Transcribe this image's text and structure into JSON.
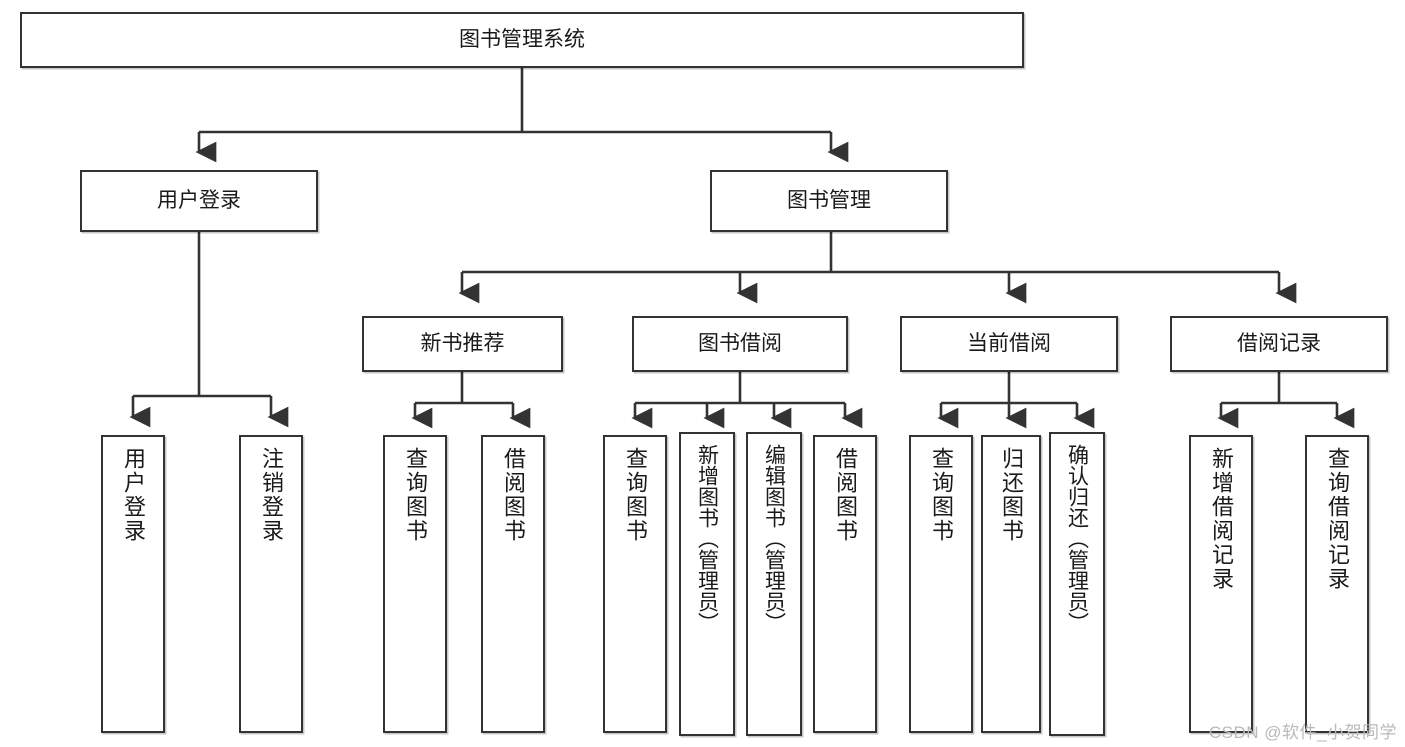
{
  "diagram": {
    "title": "图书管理系统",
    "type": "tree-hierarchy-chart",
    "watermark": "CSDN @软件_小贺同学",
    "colors": {
      "background": "#ffffff",
      "node_fill": "#ffffff",
      "node_border": "#333333",
      "edge": "#333333",
      "text": "#1a1a1a",
      "watermark": "#b9b9b9"
    },
    "nodes": {
      "root": {
        "label": "图书管理系统"
      },
      "level2": [
        {
          "label": "用户登录"
        },
        {
          "label": "图书管理"
        }
      ],
      "level3": [
        {
          "label": "新书推荐"
        },
        {
          "label": "图书借阅"
        },
        {
          "label": "当前借阅"
        },
        {
          "label": "借阅记录"
        }
      ],
      "leaves_user_login": [
        {
          "label": "用户登录"
        },
        {
          "label": "注销登录"
        }
      ],
      "leaves_new_book": [
        {
          "label": "查询图书"
        },
        {
          "label": "借阅图书"
        }
      ],
      "leaves_borrow": [
        {
          "label": "查询图书"
        },
        {
          "label": "新增图书（管理员）"
        },
        {
          "label": "编辑图书（管理员）"
        },
        {
          "label": "借阅图书"
        }
      ],
      "leaves_current": [
        {
          "label": "查询图书"
        },
        {
          "label": "归还图书"
        },
        {
          "label": "确认归还（管理员）"
        }
      ],
      "leaves_records": [
        {
          "label": "新增借阅记录"
        },
        {
          "label": "查询借阅记录"
        }
      ]
    }
  }
}
